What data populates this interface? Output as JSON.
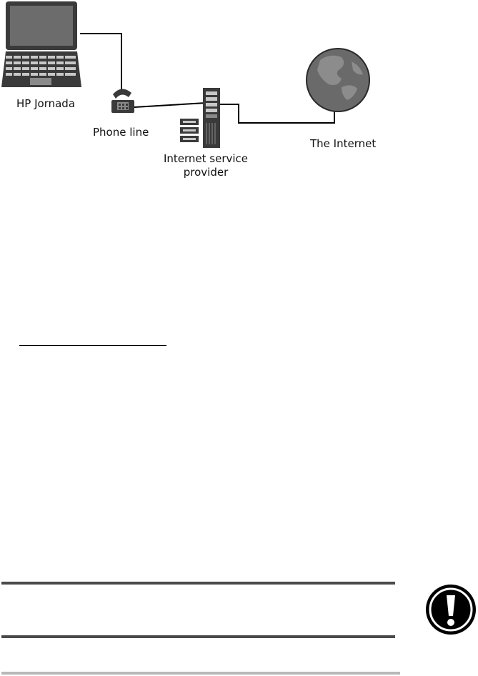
{
  "diagram": {
    "labels": {
      "laptop": "HP Jornada",
      "phone": "Phone line",
      "isp_line1": "Internet service",
      "isp_line2": "provider",
      "internet": "The Internet"
    }
  },
  "warning": {
    "icon": "exclamation-icon"
  },
  "colors": {
    "line": "#000000",
    "device_dark": "#3a3a3a",
    "device_mid": "#8a8a8a",
    "device_light": "#c8c8c8",
    "rule_dark": "#4a4a4a",
    "rule_light": "#b8b8b8"
  }
}
